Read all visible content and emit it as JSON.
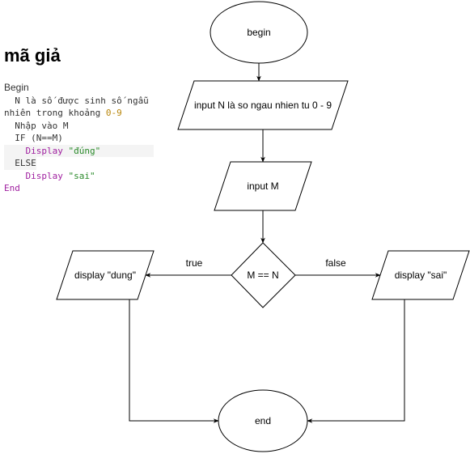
{
  "pseudocode": {
    "title": "mã giả",
    "lines": {
      "begin": "Begin",
      "line1": "  N là số được sinh số ngẫu",
      "line2a": "nhiên trong khoảng ",
      "line2b": "0-9",
      "line3": "  Nhập vào M",
      "line4": "  IF (N==M)",
      "line5a": "    ",
      "line5b": "Display",
      "line5c": " \"đúng\"",
      "line6": "  ELSE",
      "line7a": "    ",
      "line7b": "Display",
      "line7c": " \"sai\"",
      "end": "End"
    }
  },
  "flowchart": {
    "begin": "begin",
    "input_n": "input N là so ngau nhien tu 0 - 9",
    "input_m": "input M",
    "decision": "M == N",
    "true_label": "true",
    "false_label": "false",
    "display_true": "display \"dung\"",
    "display_false": "display \"sai\"",
    "end": "end"
  },
  "colors": {
    "keyword": "#a020a0",
    "string": "#2a8a2a",
    "number": "#b8860b",
    "stroke": "#000000"
  }
}
